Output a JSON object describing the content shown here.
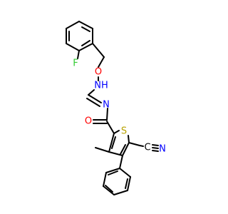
{
  "atoms": {
    "F": {
      "text": "F",
      "color": "#33cc33"
    },
    "O1": {
      "text": "O",
      "color": "#ff0000"
    },
    "NH": {
      "text": "NH",
      "color": "#0000ff"
    },
    "N2": {
      "text": "N",
      "color": "#0000ff"
    },
    "O2": {
      "text": "O",
      "color": "#ff0000"
    },
    "S": {
      "text": "S",
      "color": "#b8a200"
    },
    "N3": {
      "text": "N",
      "color": "#0000ff"
    },
    "C": {
      "text": "C",
      "color": "#000000"
    }
  }
}
